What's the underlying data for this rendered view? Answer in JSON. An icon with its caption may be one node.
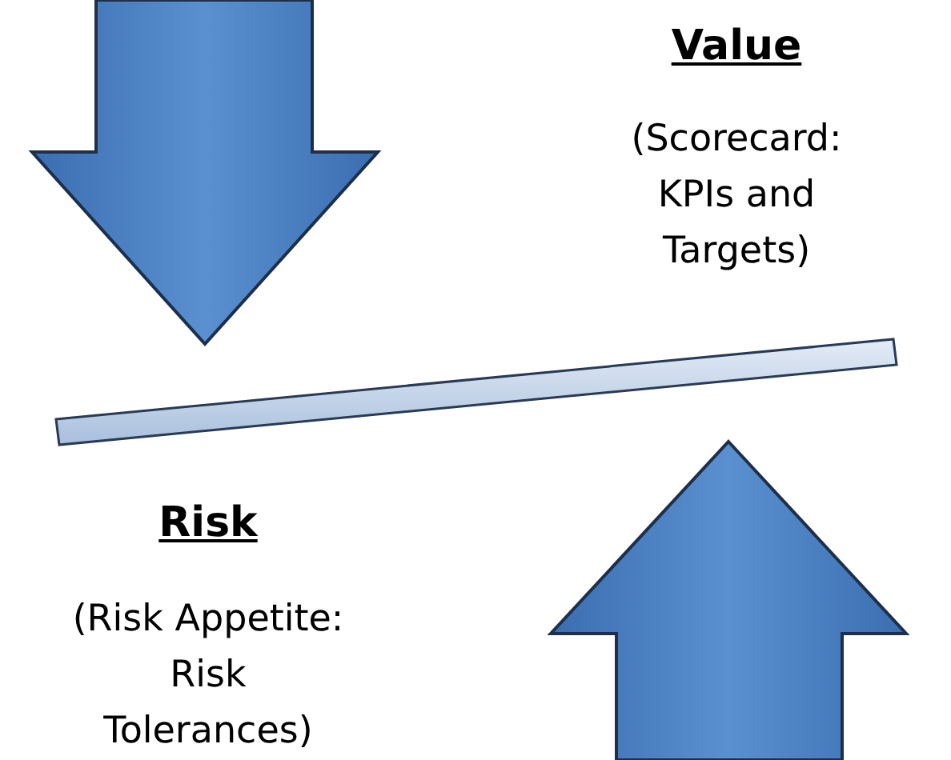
{
  "diagram": {
    "nodes": [
      {
        "text": [],
        "shape": "bar"
      }
    ],
    "labels": [
      "Value",
      "(Scorecard: KPIs and Targets)",
      "Risk",
      "(Risk Appetite: Risk Tolerances)"
    ]
  }
}
